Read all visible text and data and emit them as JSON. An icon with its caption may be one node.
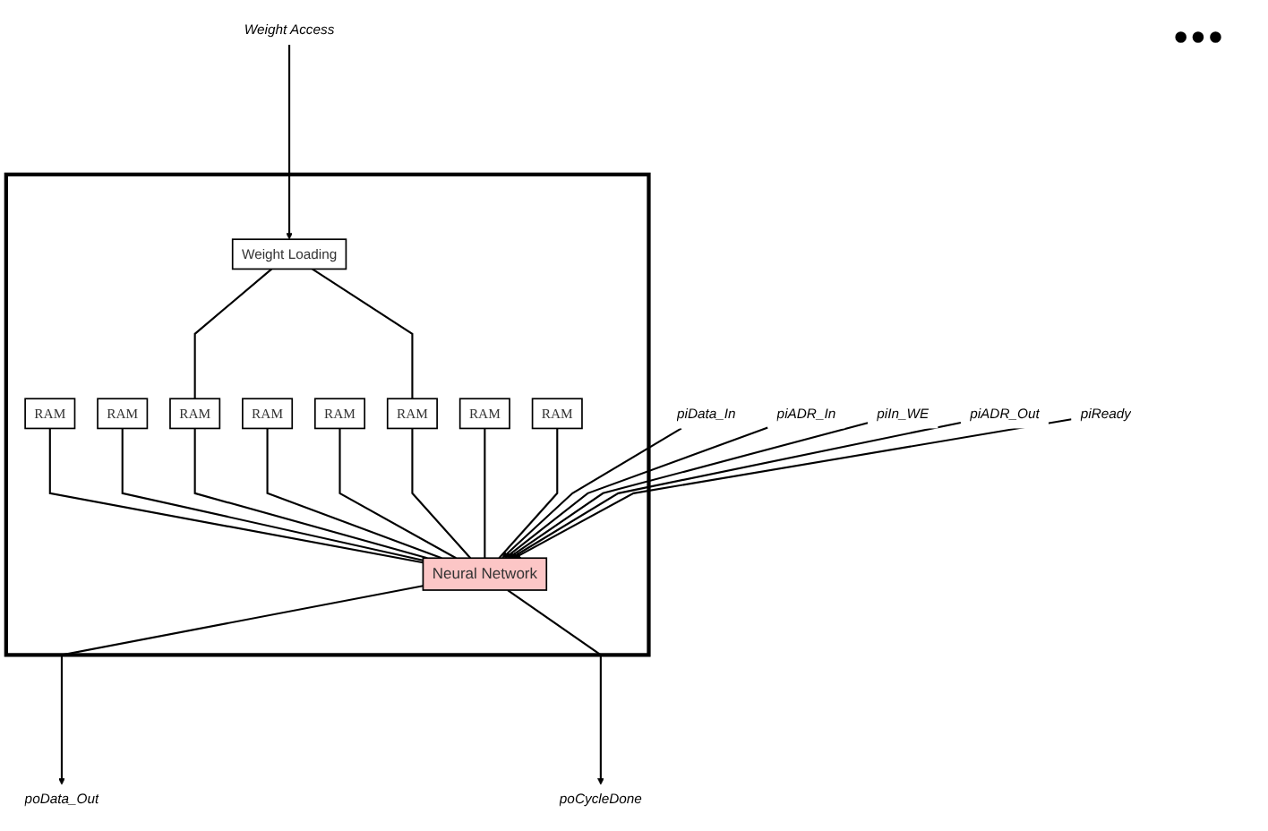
{
  "diagram": {
    "nodes": [
      {
        "text": [],
        "shape": "box"
      },
      {
        "text": [
          "Weight Access"
        ]
      },
      {
        "text": [
          "Weight Loading"
        ],
        "in": 0
      },
      {
        "text": [
          "RAM"
        ],
        "in": 0
      },
      {
        "text": [
          "RAM"
        ],
        "in": 0
      },
      {
        "text": [
          "RAM"
        ],
        "in": 0
      },
      {
        "text": [
          "RAM"
        ],
        "in": 0
      },
      {
        "text": [
          "RAM"
        ],
        "in": 0
      },
      {
        "text": [
          "RAM"
        ],
        "in": 0
      },
      {
        "text": [
          "RAM"
        ],
        "in": 0
      },
      {
        "text": [
          "RAM"
        ],
        "in": 0
      },
      {
        "text": [
          "Neural Network"
        ],
        "in": 0
      },
      {
        "text": [
          "piData_In"
        ]
      },
      {
        "text": [
          "piADR_In"
        ]
      },
      {
        "text": [
          "piIn_WE"
        ]
      },
      {
        "text": [
          "poData_Out"
        ]
      },
      {
        "text": [
          "piADR_Out"
        ]
      },
      {
        "text": [
          "piReady"
        ]
      },
      {
        "text": [
          "poCycleDone"
        ]
      }
    ],
    "edges": [
      {
        "from": 1,
        "to": 2,
        "arrow": "to"
      },
      {
        "from": 2,
        "to": 5,
        "arrow": "none"
      },
      {
        "from": 2,
        "to": 8,
        "arrow": "none"
      },
      {
        "from": 3,
        "to": 11,
        "arrow": "none"
      },
      {
        "from": 4,
        "to": 11,
        "arrow": "none"
      },
      {
        "from": 5,
        "to": 11,
        "arrow": "none"
      },
      {
        "from": 6,
        "to": 11,
        "arrow": "none"
      },
      {
        "from": 7,
        "to": 11,
        "arrow": "none"
      },
      {
        "from": 8,
        "to": 11,
        "arrow": "none"
      },
      {
        "from": 9,
        "to": 11,
        "arrow": "none"
      },
      {
        "from": 10,
        "to": 11,
        "arrow": "none"
      },
      {
        "from": 12,
        "to": 11,
        "arrow": "to"
      },
      {
        "from": 13,
        "to": 11,
        "arrow": "to"
      },
      {
        "from": 14,
        "to": 11,
        "arrow": "to"
      },
      {
        "from": 11,
        "to": 15,
        "arrow": "to"
      },
      {
        "from": 16,
        "to": 11,
        "arrow": "to"
      },
      {
        "from": 17,
        "to": 11,
        "arrow": "to"
      },
      {
        "from": 11,
        "to": 18,
        "arrow": "to"
      }
    ],
    "labels": [
      "•••"
    ]
  }
}
